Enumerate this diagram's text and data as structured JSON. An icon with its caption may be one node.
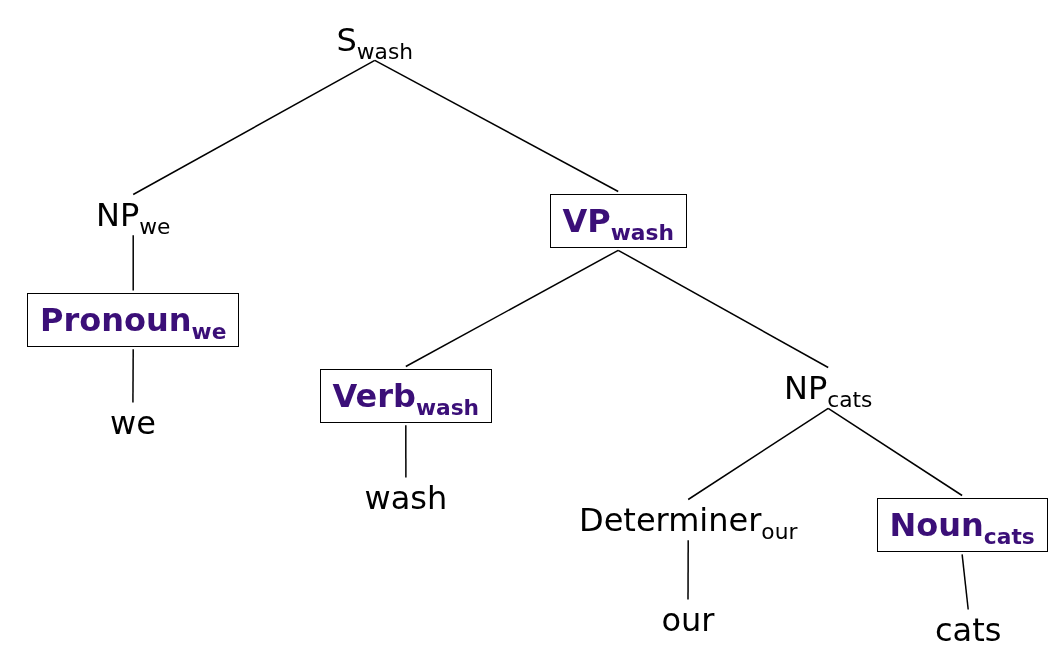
{
  "diagram": {
    "nodes": [
      {
        "text": [
          "S$_{wash}$"
        ]
      },
      {
        "text": [
          "NP$_{we}$"
        ]
      },
      {
        "text": [
          "VP$_{wash}$"
        ]
      },
      {
        "text": [
          "Pronoun$_{we}$"
        ]
      },
      {
        "text": [
          "we"
        ]
      },
      {
        "text": [
          "Verb$_{wash}$"
        ]
      },
      {
        "text": [
          "NP$_{cats}$"
        ]
      },
      {
        "text": [
          "wash"
        ]
      },
      {
        "text": [
          "Determiner$_{our}$"
        ]
      },
      {
        "text": [
          "Noun$_{cats}$"
        ]
      },
      {
        "text": [
          "our"
        ]
      },
      {
        "text": [
          "cats"
        ]
      }
    ],
    "edges": [
      {
        "from": 0,
        "to": 1,
        "arrow": "none"
      },
      {
        "from": 0,
        "to": 2,
        "arrow": "none"
      },
      {
        "from": 1,
        "to": 3,
        "arrow": "none"
      },
      {
        "from": 3,
        "to": 4,
        "arrow": "none"
      },
      {
        "from": 2,
        "to": 5,
        "arrow": "none"
      },
      {
        "from": 2,
        "to": 6,
        "arrow": "none"
      },
      {
        "from": 5,
        "to": 7,
        "arrow": "none"
      },
      {
        "from": 6,
        "to": 8,
        "arrow": "none"
      },
      {
        "from": 6,
        "to": 9,
        "arrow": "none"
      },
      {
        "from": 8,
        "to": 10,
        "arrow": "none"
      },
      {
        "from": 9,
        "to": 11,
        "arrow": "none"
      }
    ]
  }
}
